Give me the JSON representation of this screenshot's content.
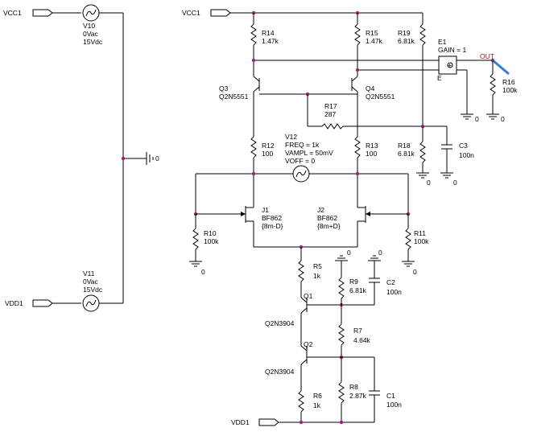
{
  "nets": {
    "vcc1_a": "VCC1",
    "vcc1_b": "VCC1",
    "vdd1_a": "VDD1",
    "vdd1_b": "VDD1",
    "gnd": "0",
    "out": "OUT"
  },
  "sources": {
    "v10": {
      "name": "V10",
      "ac": "0Vac",
      "dc": "15Vdc"
    },
    "v11": {
      "name": "V11",
      "ac": "0Vac",
      "dc": "15Vdc"
    },
    "v12": {
      "name": "V12",
      "freq": "FREQ = 1k",
      "vampl": "VAMPL = 50mV",
      "voff": "VOFF = 0"
    }
  },
  "resistors": {
    "r14": {
      "name": "R14",
      "value": "1.47k"
    },
    "r15": {
      "name": "R15",
      "value": "1.47k"
    },
    "r19": {
      "name": "R19",
      "value": "6.81k"
    },
    "r16": {
      "name": "R16",
      "value": "100k"
    },
    "r17": {
      "name": "R17",
      "value": "287"
    },
    "r12": {
      "name": "R12",
      "value": "100"
    },
    "r13": {
      "name": "R13",
      "value": "100"
    },
    "r18": {
      "name": "R18",
      "value": "6.81k"
    },
    "r10": {
      "name": "R10",
      "value": "100k"
    },
    "r11": {
      "name": "R11",
      "value": "100k"
    },
    "r5": {
      "name": "R5",
      "value": "1k"
    },
    "r9": {
      "name": "R9",
      "value": "6.81k"
    },
    "r7": {
      "name": "R7",
      "value": "4.64k"
    },
    "r8": {
      "name": "R8",
      "value": "2.87k"
    },
    "r6": {
      "name": "R6",
      "value": "1k"
    }
  },
  "capacitors": {
    "c3": {
      "name": "C3",
      "value": "100n"
    },
    "c2": {
      "name": "C2",
      "value": "100n"
    },
    "c1": {
      "name": "C1",
      "value": "100n"
    }
  },
  "transistors": {
    "q3": {
      "name": "Q3",
      "model": "Q2N5551"
    },
    "q4": {
      "name": "Q4",
      "model": "Q2N5551"
    },
    "j1": {
      "name": "J1",
      "model": "BF862",
      "param": "{8m-D}"
    },
    "j2": {
      "name": "J2",
      "model": "BF862",
      "param": "{8m+D}"
    },
    "q1": {
      "name": "Q1",
      "model": "Q2N3904"
    },
    "q2": {
      "name": "Q2",
      "model": "Q2N3904"
    }
  },
  "vcvs": {
    "name": "E1",
    "gain": "GAIN = 1",
    "e": "E"
  }
}
